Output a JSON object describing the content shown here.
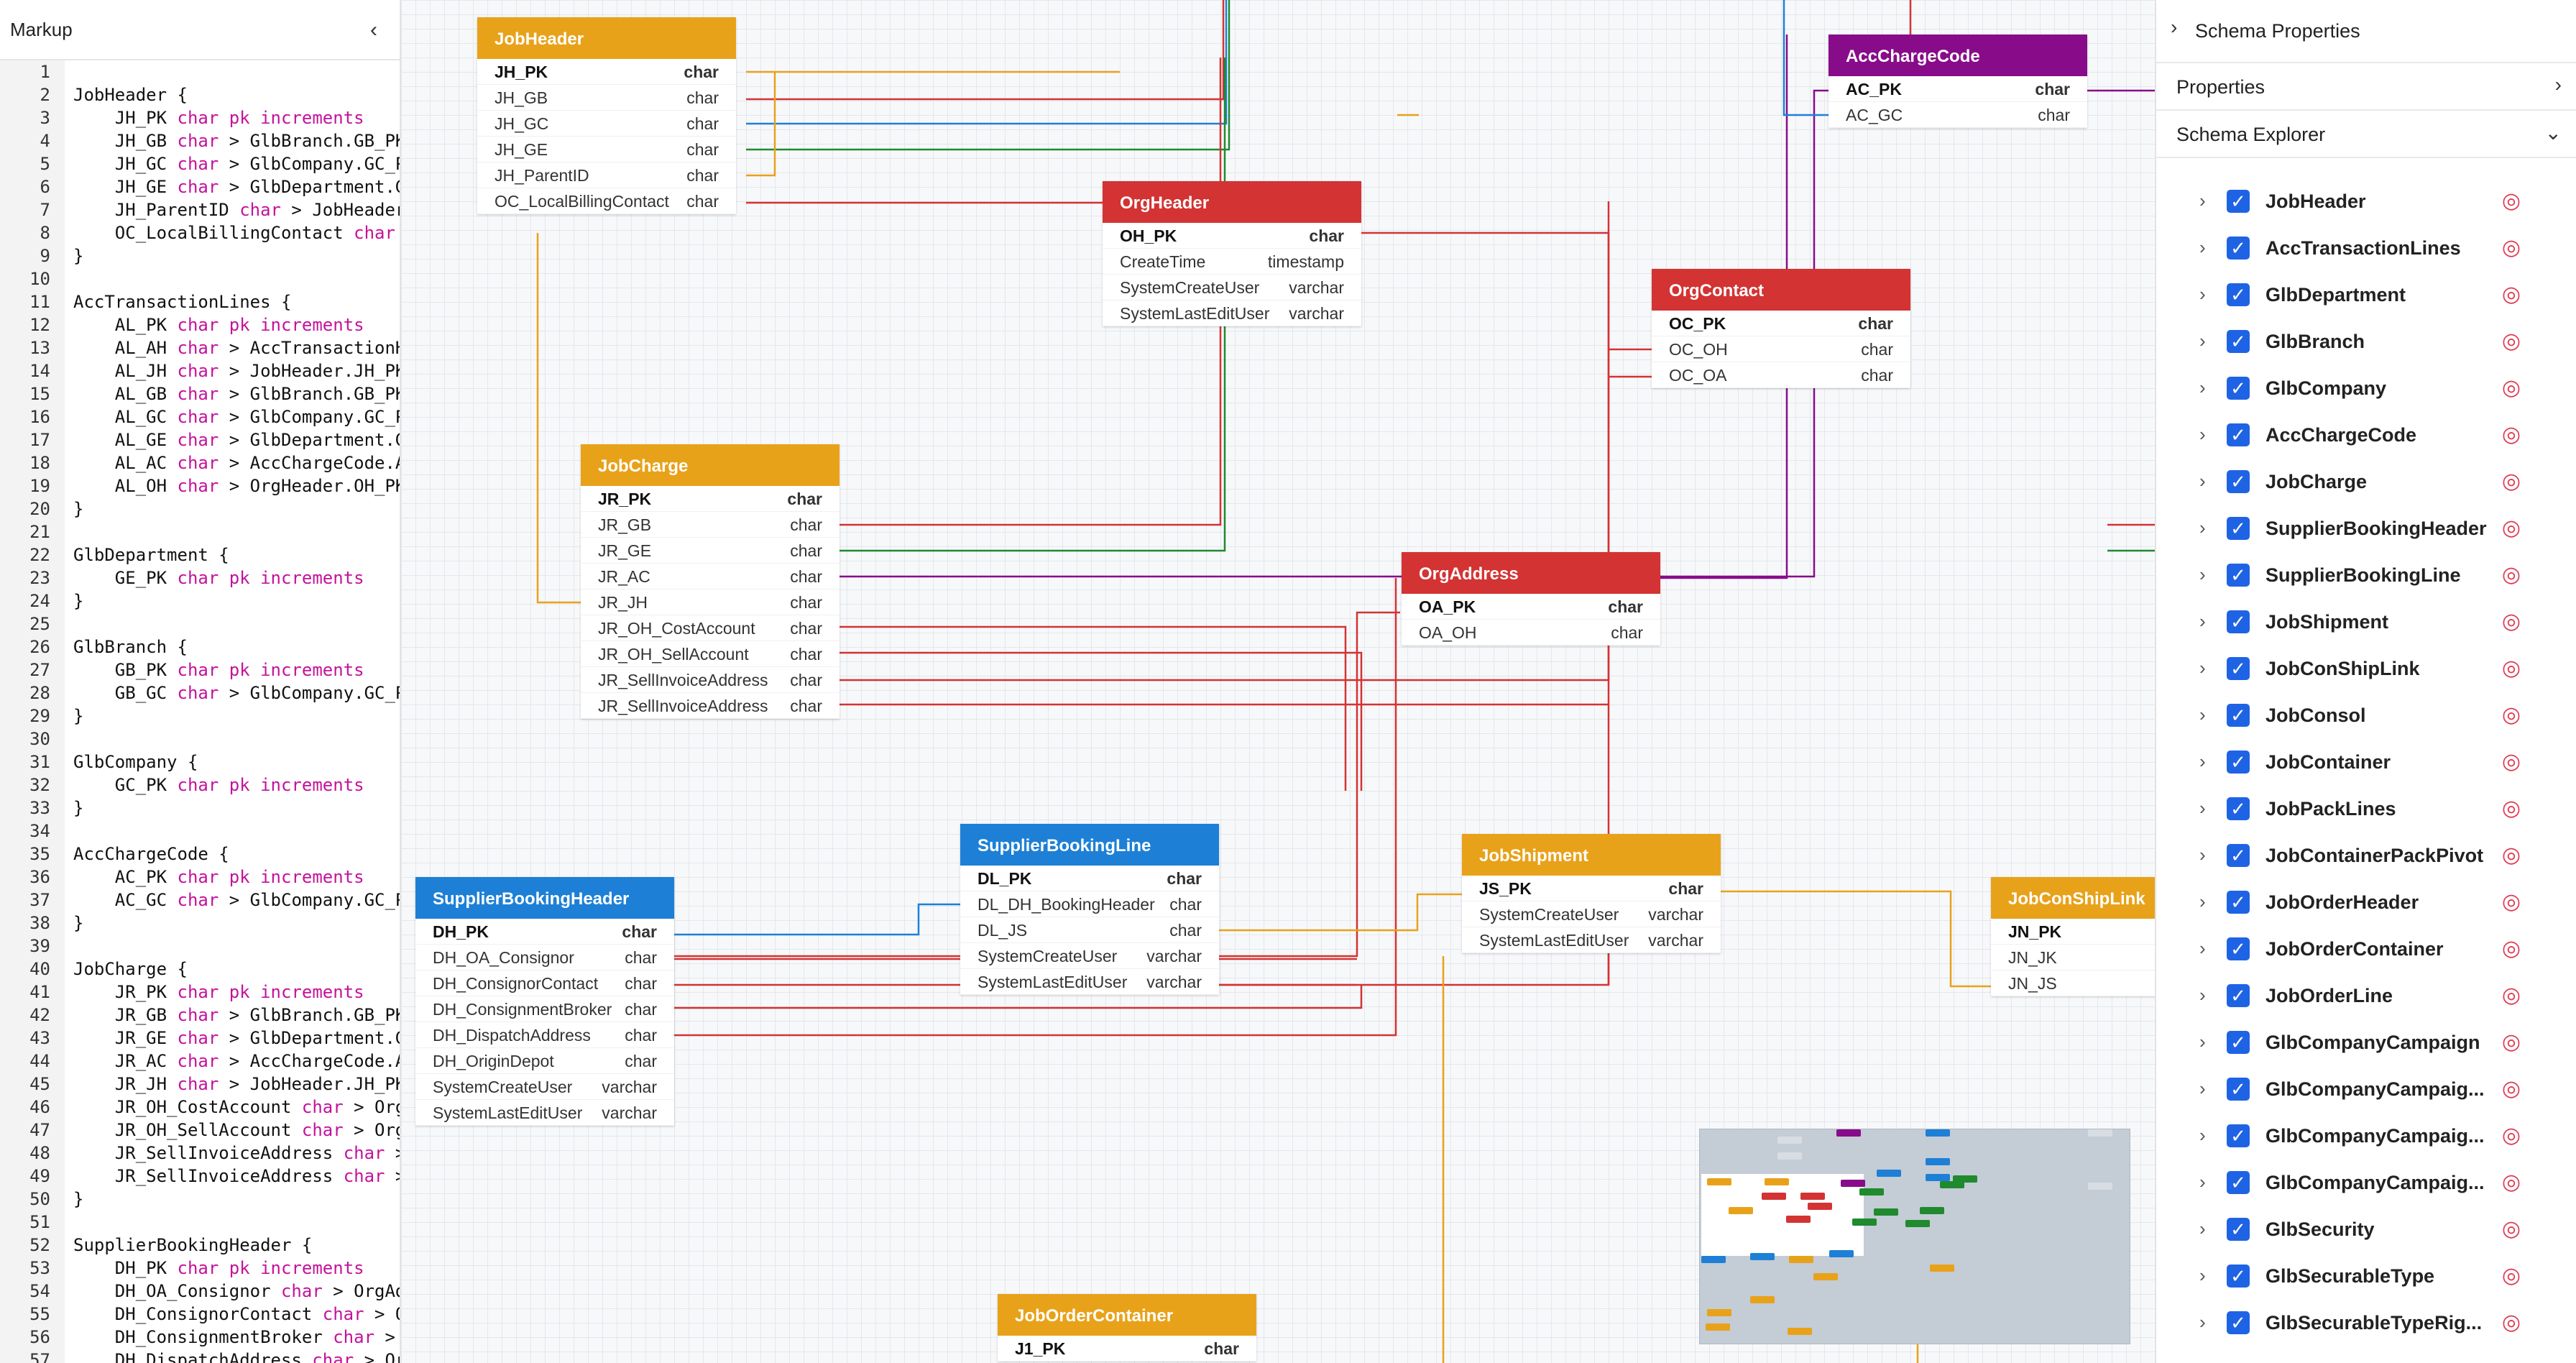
{
  "markup_panel": {
    "title": "Markup",
    "collapse_icon": "chevron-left-icon"
  },
  "code_lines": [
    {
      "no": "1",
      "parts": [
        {
          "t": ""
        }
      ]
    },
    {
      "no": "2",
      "parts": [
        {
          "t": "JobHeader {"
        }
      ]
    },
    {
      "no": "3",
      "parts": [
        {
          "t": "    JH_PK "
        },
        {
          "t": "char pk increments",
          "k": true
        }
      ]
    },
    {
      "no": "4",
      "parts": [
        {
          "t": "    JH_GB "
        },
        {
          "t": "char",
          "k": true
        },
        {
          "t": " > GlbBranch.GB_PK"
        }
      ]
    },
    {
      "no": "5",
      "parts": [
        {
          "t": "    JH_GC "
        },
        {
          "t": "char",
          "k": true
        },
        {
          "t": " > GlbCompany.GC_PK"
        }
      ]
    },
    {
      "no": "6",
      "parts": [
        {
          "t": "    JH_GE "
        },
        {
          "t": "char",
          "k": true
        },
        {
          "t": " > GlbDepartment.GE_PK"
        }
      ]
    },
    {
      "no": "7",
      "parts": [
        {
          "t": "    JH_ParentID "
        },
        {
          "t": "char",
          "k": true
        },
        {
          "t": " > JobHeader.JH_PK"
        }
      ]
    },
    {
      "no": "8",
      "parts": [
        {
          "t": "    OC_LocalBillingContact "
        },
        {
          "t": "char",
          "k": true
        }
      ]
    },
    {
      "no": "9",
      "parts": [
        {
          "t": "}"
        }
      ]
    },
    {
      "no": "10",
      "parts": [
        {
          "t": ""
        }
      ]
    },
    {
      "no": "11",
      "parts": [
        {
          "t": "AccTransactionLines {"
        }
      ]
    },
    {
      "no": "12",
      "parts": [
        {
          "t": "    AL_PK "
        },
        {
          "t": "char pk increments",
          "k": true
        }
      ]
    },
    {
      "no": "13",
      "parts": [
        {
          "t": "    AL_AH "
        },
        {
          "t": "char",
          "k": true
        },
        {
          "t": " > AccTransactionHeader"
        }
      ]
    },
    {
      "no": "14",
      "parts": [
        {
          "t": "    AL_JH "
        },
        {
          "t": "char",
          "k": true
        },
        {
          "t": " > JobHeader.JH_PK"
        }
      ]
    },
    {
      "no": "15",
      "parts": [
        {
          "t": "    AL_GB "
        },
        {
          "t": "char",
          "k": true
        },
        {
          "t": " > GlbBranch.GB_PK"
        }
      ]
    },
    {
      "no": "16",
      "parts": [
        {
          "t": "    AL_GC "
        },
        {
          "t": "char",
          "k": true
        },
        {
          "t": " > GlbCompany.GC_PK"
        }
      ]
    },
    {
      "no": "17",
      "parts": [
        {
          "t": "    AL_GE "
        },
        {
          "t": "char",
          "k": true
        },
        {
          "t": " > GlbDepartment.GE_PK"
        }
      ]
    },
    {
      "no": "18",
      "parts": [
        {
          "t": "    AL_AC "
        },
        {
          "t": "char",
          "k": true
        },
        {
          "t": " > AccChargeCode.AC_PK"
        }
      ]
    },
    {
      "no": "19",
      "parts": [
        {
          "t": "    AL_OH "
        },
        {
          "t": "char",
          "k": true
        },
        {
          "t": " > OrgHeader.OH_PK"
        }
      ]
    },
    {
      "no": "20",
      "parts": [
        {
          "t": "}"
        }
      ]
    },
    {
      "no": "21",
      "parts": [
        {
          "t": ""
        }
      ]
    },
    {
      "no": "22",
      "parts": [
        {
          "t": "GlbDepartment {"
        }
      ]
    },
    {
      "no": "23",
      "parts": [
        {
          "t": "    GE_PK "
        },
        {
          "t": "char pk increments",
          "k": true
        }
      ]
    },
    {
      "no": "24",
      "parts": [
        {
          "t": "}"
        }
      ]
    },
    {
      "no": "25",
      "parts": [
        {
          "t": ""
        }
      ]
    },
    {
      "no": "26",
      "parts": [
        {
          "t": "GlbBranch {"
        }
      ]
    },
    {
      "no": "27",
      "parts": [
        {
          "t": "    GB_PK "
        },
        {
          "t": "char pk increments",
          "k": true
        }
      ]
    },
    {
      "no": "28",
      "parts": [
        {
          "t": "    GB_GC "
        },
        {
          "t": "char",
          "k": true
        },
        {
          "t": " > GlbCompany.GC_PK"
        }
      ]
    },
    {
      "no": "29",
      "parts": [
        {
          "t": "}"
        }
      ]
    },
    {
      "no": "30",
      "parts": [
        {
          "t": ""
        }
      ]
    },
    {
      "no": "31",
      "parts": [
        {
          "t": "GlbCompany {"
        }
      ]
    },
    {
      "no": "32",
      "parts": [
        {
          "t": "    GC_PK "
        },
        {
          "t": "char pk increments",
          "k": true
        }
      ]
    },
    {
      "no": "33",
      "parts": [
        {
          "t": "}"
        }
      ]
    },
    {
      "no": "34",
      "parts": [
        {
          "t": ""
        }
      ]
    },
    {
      "no": "35",
      "parts": [
        {
          "t": "AccChargeCode {"
        }
      ]
    },
    {
      "no": "36",
      "parts": [
        {
          "t": "    AC_PK "
        },
        {
          "t": "char pk increments",
          "k": true
        }
      ]
    },
    {
      "no": "37",
      "parts": [
        {
          "t": "    AC_GC "
        },
        {
          "t": "char",
          "k": true
        },
        {
          "t": " > GlbCompany.GC_PK"
        }
      ]
    },
    {
      "no": "38",
      "parts": [
        {
          "t": "}"
        }
      ]
    },
    {
      "no": "39",
      "parts": [
        {
          "t": ""
        }
      ]
    },
    {
      "no": "40",
      "parts": [
        {
          "t": "JobCharge {"
        }
      ]
    },
    {
      "no": "41",
      "parts": [
        {
          "t": "    JR_PK "
        },
        {
          "t": "char pk increments",
          "k": true
        }
      ]
    },
    {
      "no": "42",
      "parts": [
        {
          "t": "    JR_GB "
        },
        {
          "t": "char",
          "k": true
        },
        {
          "t": " > GlbBranch.GB_PK"
        }
      ]
    },
    {
      "no": "43",
      "parts": [
        {
          "t": "    JR_GE "
        },
        {
          "t": "char",
          "k": true
        },
        {
          "t": " > GlbDepartment.GE_PK"
        }
      ]
    },
    {
      "no": "44",
      "parts": [
        {
          "t": "    JR_AC "
        },
        {
          "t": "char",
          "k": true
        },
        {
          "t": " > AccChargeCode.AC_PK"
        }
      ]
    },
    {
      "no": "45",
      "parts": [
        {
          "t": "    JR_JH "
        },
        {
          "t": "char",
          "k": true
        },
        {
          "t": " > JobHeader.JH_PK"
        }
      ]
    },
    {
      "no": "46",
      "parts": [
        {
          "t": "    JR_OH_CostAccount "
        },
        {
          "t": "char",
          "k": true
        },
        {
          "t": " > OrgHeader.OH_PK"
        }
      ]
    },
    {
      "no": "47",
      "parts": [
        {
          "t": "    JR_OH_SellAccount "
        },
        {
          "t": "char",
          "k": true
        },
        {
          "t": " > OrgHeader.OH_PK"
        }
      ]
    },
    {
      "no": "48",
      "parts": [
        {
          "t": "    JR_SellInvoiceAddress "
        },
        {
          "t": "char",
          "k": true
        },
        {
          "t": " > OrgAddress.OA_PK"
        }
      ]
    },
    {
      "no": "49",
      "parts": [
        {
          "t": "    JR_SellInvoiceAddress "
        },
        {
          "t": "char",
          "k": true
        },
        {
          "t": " > OrgAddress.OA_PK"
        }
      ]
    },
    {
      "no": "50",
      "parts": [
        {
          "t": "}"
        }
      ]
    },
    {
      "no": "51",
      "parts": [
        {
          "t": ""
        }
      ]
    },
    {
      "no": "52",
      "parts": [
        {
          "t": "SupplierBookingHeader {"
        }
      ]
    },
    {
      "no": "53",
      "parts": [
        {
          "t": "    DH_PK "
        },
        {
          "t": "char pk increments",
          "k": true
        }
      ]
    },
    {
      "no": "54",
      "parts": [
        {
          "t": "    DH_OA_Consignor "
        },
        {
          "t": "char",
          "k": true
        },
        {
          "t": " > OrgAddress.OA_PK"
        }
      ]
    },
    {
      "no": "55",
      "parts": [
        {
          "t": "    DH_ConsignorContact "
        },
        {
          "t": "char",
          "k": true
        },
        {
          "t": " > OrgContact.OC_PK"
        }
      ]
    },
    {
      "no": "56",
      "parts": [
        {
          "t": "    DH_ConsignmentBroker "
        },
        {
          "t": "char",
          "k": true
        },
        {
          "t": " > OrgHeader.OH_PK"
        }
      ]
    },
    {
      "no": "57",
      "parts": [
        {
          "t": "    DH_DispatchAddress "
        },
        {
          "t": "char",
          "k": true
        },
        {
          "t": " > OrgAddress.OA_PK"
        }
      ]
    }
  ],
  "tables": [
    {
      "id": "JobHeader",
      "name": "JobHeader",
      "color": "#e8a21a",
      "rows": [
        {
          "n": "JH_PK",
          "t": "char",
          "pk": true
        },
        {
          "n": "JH_GB",
          "t": "char"
        },
        {
          "n": "JH_GC",
          "t": "char"
        },
        {
          "n": "JH_GE",
          "t": "char"
        },
        {
          "n": "JH_ParentID",
          "t": "char"
        },
        {
          "n": "OC_LocalBillingContact",
          "t": "char"
        }
      ]
    },
    {
      "id": "AccChargeCode",
      "name": "AccChargeCode",
      "color": "#880c8a",
      "rows": [
        {
          "n": "AC_PK",
          "t": "char",
          "pk": true
        },
        {
          "n": "AC_GC",
          "t": "char"
        }
      ]
    },
    {
      "id": "OrgHeader",
      "name": "OrgHeader",
      "color": "#d33333",
      "rows": [
        {
          "n": "OH_PK",
          "t": "char",
          "pk": true
        },
        {
          "n": "CreateTime",
          "t": "timestamp"
        },
        {
          "n": "SystemCreateUser",
          "t": "varchar"
        },
        {
          "n": "SystemLastEditUser",
          "t": "varchar"
        }
      ]
    },
    {
      "id": "OrgContact",
      "name": "OrgContact",
      "color": "#d33333",
      "rows": [
        {
          "n": "OC_PK",
          "t": "char",
          "pk": true
        },
        {
          "n": "OC_OH",
          "t": "char"
        },
        {
          "n": "OC_OA",
          "t": "char"
        }
      ]
    },
    {
      "id": "JobCharge",
      "name": "JobCharge",
      "color": "#e8a21a",
      "rows": [
        {
          "n": "JR_PK",
          "t": "char",
          "pk": true
        },
        {
          "n": "JR_GB",
          "t": "char"
        },
        {
          "n": "JR_GE",
          "t": "char"
        },
        {
          "n": "JR_AC",
          "t": "char"
        },
        {
          "n": "JR_JH",
          "t": "char"
        },
        {
          "n": "JR_OH_CostAccount",
          "t": "char"
        },
        {
          "n": "JR_OH_SellAccount",
          "t": "char"
        },
        {
          "n": "JR_SellInvoiceAddress",
          "t": "char"
        },
        {
          "n": "JR_SellInvoiceAddress",
          "t": "char"
        }
      ]
    },
    {
      "id": "OrgAddress",
      "name": "OrgAddress",
      "color": "#d33333",
      "rows": [
        {
          "n": "OA_PK",
          "t": "char",
          "pk": true
        },
        {
          "n": "OA_OH",
          "t": "char"
        }
      ]
    },
    {
      "id": "SupplierBookingLine",
      "name": "SupplierBookingLine",
      "color": "#1d80d6",
      "rows": [
        {
          "n": "DL_PK",
          "t": "char",
          "pk": true
        },
        {
          "n": "DL_DH_BookingHeader",
          "t": "char"
        },
        {
          "n": "DL_JS",
          "t": "char"
        },
        {
          "n": "SystemCreateUser",
          "t": "varchar"
        },
        {
          "n": "SystemLastEditUser",
          "t": "varchar"
        }
      ]
    },
    {
      "id": "JobShipment",
      "name": "JobShipment",
      "color": "#e8a21a",
      "rows": [
        {
          "n": "JS_PK",
          "t": "char",
          "pk": true
        },
        {
          "n": "SystemCreateUser",
          "t": "varchar"
        },
        {
          "n": "SystemLastEditUser",
          "t": "varchar"
        }
      ]
    },
    {
      "id": "SupplierBookingHeader",
      "name": "SupplierBookingHeader",
      "color": "#1d80d6",
      "rows": [
        {
          "n": "DH_PK",
          "t": "char",
          "pk": true
        },
        {
          "n": "DH_OA_Consignor",
          "t": "char"
        },
        {
          "n": "DH_ConsignorContact",
          "t": "char"
        },
        {
          "n": "DH_ConsignmentBroker",
          "t": "char"
        },
        {
          "n": "DH_DispatchAddress",
          "t": "char"
        },
        {
          "n": "DH_OriginDepot",
          "t": "char"
        },
        {
          "n": "SystemCreateUser",
          "t": "varchar"
        },
        {
          "n": "SystemLastEditUser",
          "t": "varchar"
        }
      ]
    },
    {
      "id": "JobConShipLink",
      "name": "JobConShipLink",
      "color": "#e8a21a",
      "rows": [
        {
          "n": "JN_PK",
          "t": "",
          "pk": true
        },
        {
          "n": "JN_JK",
          "t": ""
        },
        {
          "n": "JN_JS",
          "t": ""
        }
      ]
    },
    {
      "id": "JobOrderContainer",
      "name": "JobOrderContainer",
      "color": "#e8a21a",
      "rows": [
        {
          "n": "J1_PK",
          "t": "char",
          "pk": true
        }
      ]
    }
  ],
  "wire_colors": {
    "orange": "#e8a21a",
    "red": "#d33333",
    "blue": "#1d80d6",
    "green": "#1f8a2e",
    "purple": "#880c8a"
  },
  "schema_panel": {
    "title": "Schema Properties",
    "properties_label": "Properties",
    "explorer_label": "Schema Explorer"
  },
  "explorer_items": [
    "JobHeader",
    "AccTransactionLines",
    "GlbDepartment",
    "GlbBranch",
    "GlbCompany",
    "AccChargeCode",
    "JobCharge",
    "SupplierBookingHeader",
    "SupplierBookingLine",
    "JobShipment",
    "JobConShipLink",
    "JobConsol",
    "JobContainer",
    "JobPackLines",
    "JobContainerPackPivot",
    "JobOrderHeader",
    "JobOrderContainer",
    "JobOrderLine",
    "GlbCompanyCampaign",
    "GlbCompanyCampaig...",
    "GlbCompanyCampaig...",
    "GlbCompanyCampaig...",
    "GlbSecurity",
    "GlbSecurableType",
    "GlbSecurableTypeRig..."
  ]
}
